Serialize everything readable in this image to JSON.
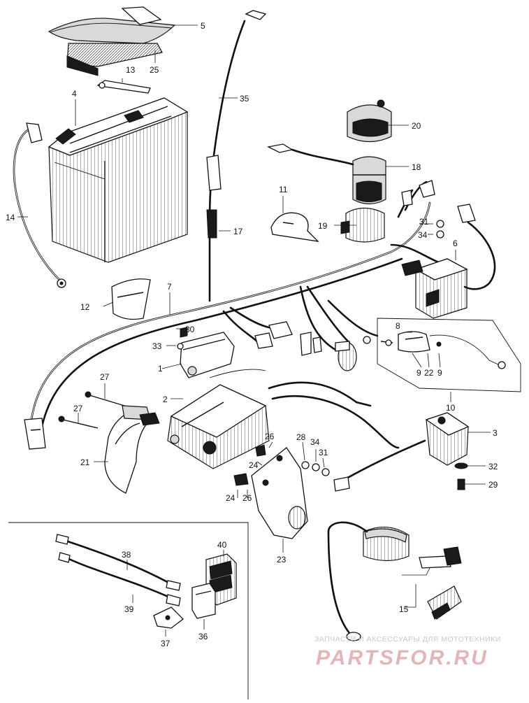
{
  "callouts": {
    "c1": "1",
    "c2": "2",
    "c3": "3",
    "c4": "4",
    "c5": "5",
    "c6": "6",
    "c7": "7",
    "c8": "8",
    "c9a": "9",
    "c9b": "9",
    "c10": "10",
    "c11": "11",
    "c12": "12",
    "c13": "13",
    "c14": "14",
    "c15": "15",
    "c17": "17",
    "c18": "18",
    "c19": "19",
    "c20": "20",
    "c21": "21",
    "c22": "22",
    "c23": "23",
    "c24a": "24",
    "c24b": "24",
    "c25": "25",
    "c26a": "26",
    "c26b": "26",
    "c27a": "27",
    "c27b": "27",
    "c28": "28",
    "c29": "29",
    "c30": "30",
    "c31a": "31",
    "c31b": "31",
    "c32": "32",
    "c33": "33",
    "c34a": "34",
    "c34b": "34",
    "c35": "35",
    "c36": "36",
    "c37": "37",
    "c38": "38",
    "c39": "39",
    "c40": "40"
  },
  "watermark": {
    "top": "ЗАПЧАСТИ И АКСЕССУАРЫ ДЛЯ МОТОТЕХНИКИ",
    "logo": "PARTSFOR.RU"
  }
}
